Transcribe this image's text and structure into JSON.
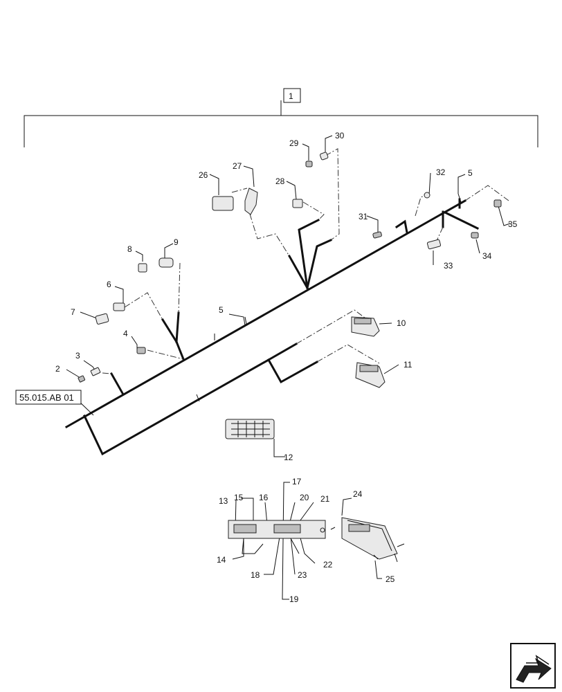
{
  "assembly_callout": "1",
  "reference_label": "55.015.AB 01",
  "callouts": [
    "2",
    "3",
    "4",
    "5",
    "5",
    "6",
    "7",
    "8",
    "9",
    "10",
    "11",
    "12",
    "13",
    "14",
    "15",
    "16",
    "17",
    "18",
    "19",
    "20",
    "21",
    "22",
    "23",
    "24",
    "25",
    "26",
    "27",
    "28",
    "29",
    "30",
    "31",
    "32",
    "33",
    "34",
    "35"
  ],
  "icons": {
    "navigation": "next-page-arrow-icon"
  }
}
